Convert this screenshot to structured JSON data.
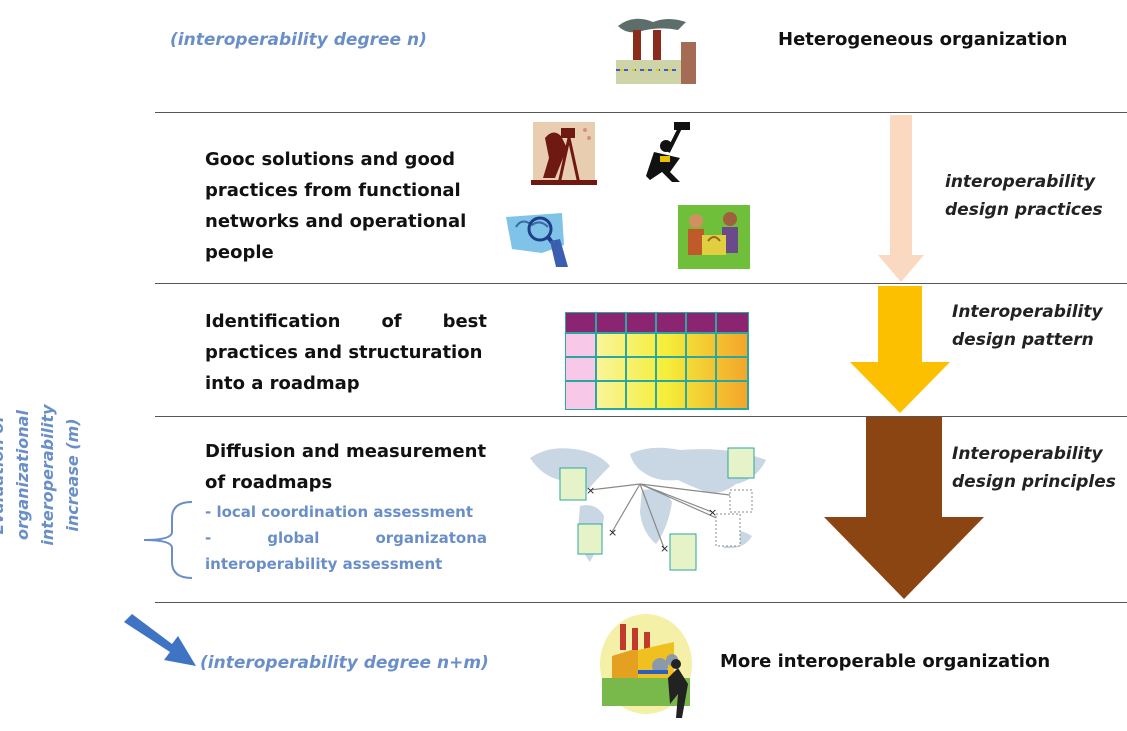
{
  "top": {
    "degree_n": "(interoperability degree n)",
    "heterogeneous": "Heterogeneous organization"
  },
  "steps": [
    {
      "lines": [
        "Gooc solutions and good",
        "practices from functional",
        "networks and operational",
        "people"
      ],
      "right_label": [
        "interoperability",
        "design practices"
      ]
    },
    {
      "lines": [
        "Identification of best",
        "practices and structuration",
        "into a roadmap"
      ],
      "right_label": [
        "Interoperability",
        "design pattern"
      ]
    },
    {
      "lines": [
        "Diffusion and measurement",
        "of roadmaps"
      ],
      "bullets": [
        "- local coordination assessment",
        "- global organizatona",
        "interoperability assessment"
      ],
      "right_label": [
        "Interoperability",
        "design principles"
      ]
    }
  ],
  "left_vertical": [
    "Evaluation of",
    "organizational",
    "interoperability",
    "increase (m)"
  ],
  "bottom": {
    "degree_nm": "(interoperability degree n+m)",
    "more": "More interoperable organization"
  },
  "colors": {
    "blue_text": "#6a8fc8",
    "arrow_light": "#fbd9c0",
    "arrow_mid": "#fdc000",
    "arrow_dark": "#8b4512",
    "grid_header": "#8b2471",
    "grid_pink": "#f8c8e8",
    "grid_yellow": "#f8f060",
    "grid_orange": "#f8b030",
    "grid_border": "#2aa7a0",
    "diag_arrow": "#3f73c4"
  }
}
